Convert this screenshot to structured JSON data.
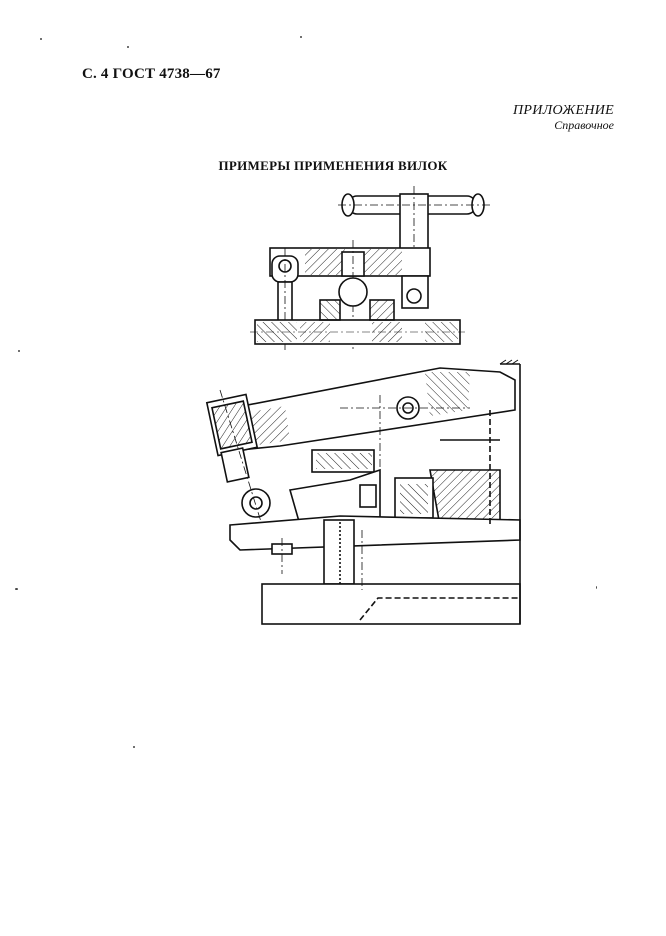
{
  "header": {
    "page_ref": "С. 4 ГОСТ 4738—67"
  },
  "appendix": {
    "title": "ПРИЛОЖЕНИЕ",
    "subtitle": "Справочное"
  },
  "section": {
    "title": "ПРИМЕРЫ ПРИМЕНЕНИЯ ВИЛОК"
  },
  "figures": [
    {
      "id": "figure-1",
      "kind": "technical-drawing"
    },
    {
      "id": "figure-2",
      "kind": "technical-drawing"
    }
  ]
}
